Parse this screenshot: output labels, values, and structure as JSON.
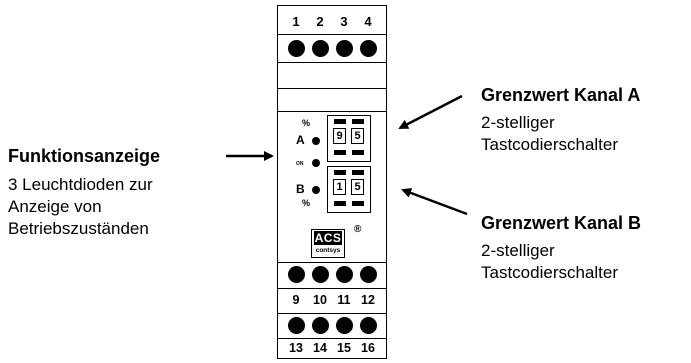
{
  "device": {
    "top_terminals": [
      "1",
      "2",
      "3",
      "4"
    ],
    "bottom_terminals_row1": [
      "9",
      "10",
      "11",
      "12"
    ],
    "bottom_terminals_row2": [
      "13",
      "14",
      "15",
      "16"
    ],
    "panel": {
      "label_a": "A",
      "label_b": "B",
      "label_on": "ON",
      "percent_top": "%",
      "percent_bottom": "%",
      "switch_a_digits": [
        "9",
        "5"
      ],
      "switch_b_digits": [
        "1",
        "5"
      ],
      "logo_top": "ACS",
      "logo_bottom": "contsys",
      "registered": "®"
    }
  },
  "annotations": {
    "left": {
      "title": "Funktionsanzeige",
      "lines": [
        "3 Leuchtdioden zur",
        "Anzeige von",
        "Betriebszuständen"
      ]
    },
    "right_a": {
      "title": "Grenzwert Kanal A",
      "lines": [
        "2-stelliger",
        "Tastcodierschalter"
      ]
    },
    "right_b": {
      "title": "Grenzwert Kanal B",
      "lines": [
        "2-stelliger",
        "Tastcodierschalter"
      ]
    }
  }
}
